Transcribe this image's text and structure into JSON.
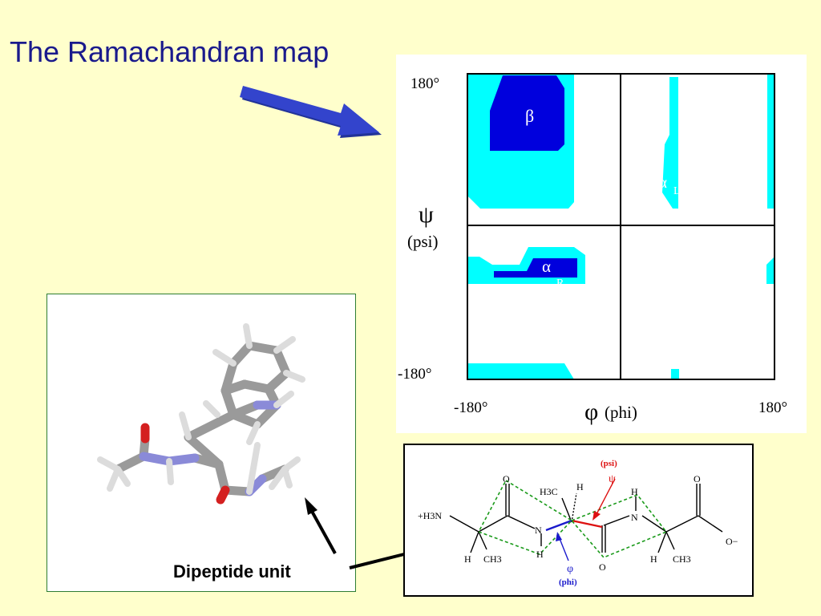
{
  "title": "The Ramachandran map",
  "caption": "Dipeptide unit",
  "colors": {
    "background": "#ffffcc",
    "title": "#1a1a8c",
    "allowed_region": "#00ffff",
    "core_region": "#0000dd",
    "arrow": "#3344cc"
  },
  "map": {
    "y_top": "180°",
    "y_bottom": "-180°",
    "x_left": "-180°",
    "x_right": "180°",
    "psi_symbol": "ψ",
    "psi_label": "(psi)",
    "phi_symbol": "φ",
    "phi_label": "(phi)",
    "region_beta": "β",
    "region_alpha_r": "α",
    "region_alpha_r_sub": "R",
    "region_alpha_l": "α",
    "region_alpha_l_sub": "L"
  },
  "chem": {
    "h3n": "+H3N",
    "o_top_left": "O",
    "h3c": "H3C",
    "h_top": "H",
    "psi_label": "(psi)",
    "psi_symbol": "ψ",
    "h_top_right": "H",
    "o_top_right": "O",
    "n_left": "N",
    "n_right": "N",
    "o_minus": "O−",
    "h_bl": "H",
    "ch3_left": "CH3",
    "h_nh": "H",
    "phi_symbol": "φ",
    "phi_label": "(phi)",
    "o_bottom": "O",
    "h_br": "H",
    "ch3_right": "CH3"
  }
}
